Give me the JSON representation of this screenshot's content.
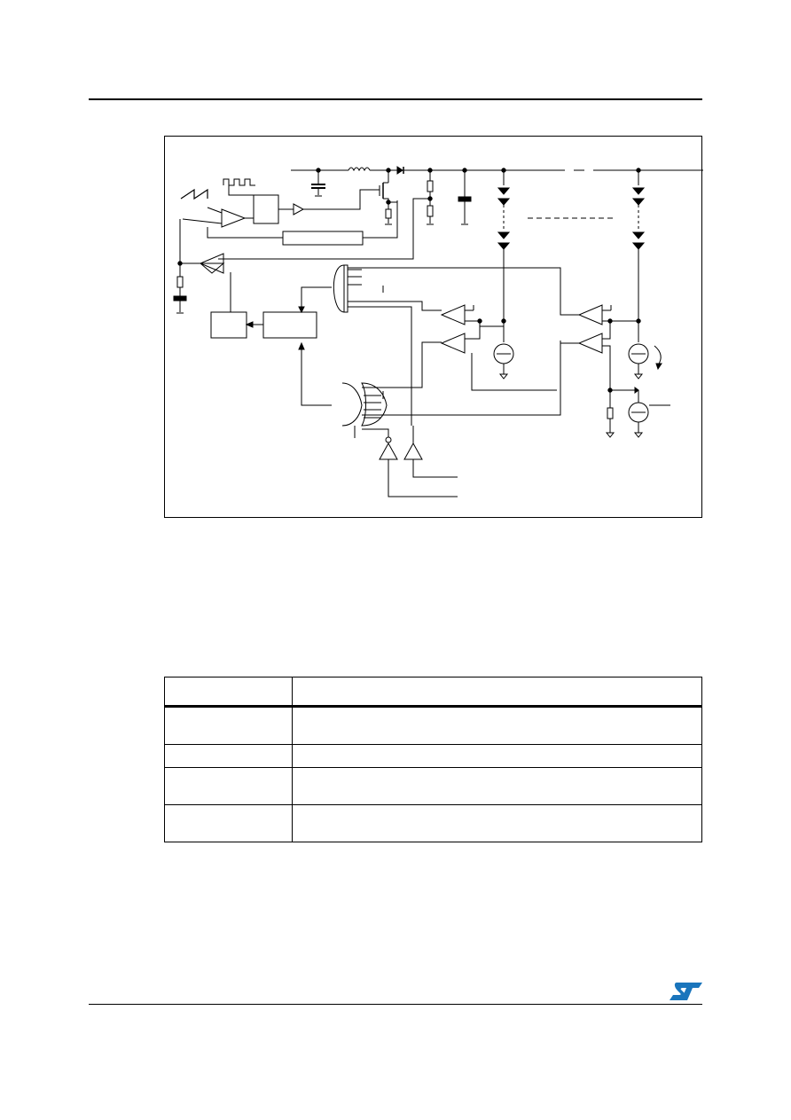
{
  "figure": {
    "frame": "block diagram",
    "icons": [
      "sawtooth-waveform",
      "pwm-waveform",
      "inductor",
      "schottky-diode",
      "mosfet",
      "capacitor",
      "resistor",
      "led-string",
      "current-source",
      "comparator",
      "and-gate",
      "or-gate",
      "inverter",
      "buffer"
    ]
  },
  "table": {
    "header": [
      "",
      ""
    ],
    "rows": [
      [
        "",
        ""
      ],
      [
        "",
        ""
      ],
      [
        "",
        ""
      ],
      [
        "",
        ""
      ]
    ]
  },
  "logo": {
    "name": "st-logo",
    "color": "#1a75bc"
  }
}
